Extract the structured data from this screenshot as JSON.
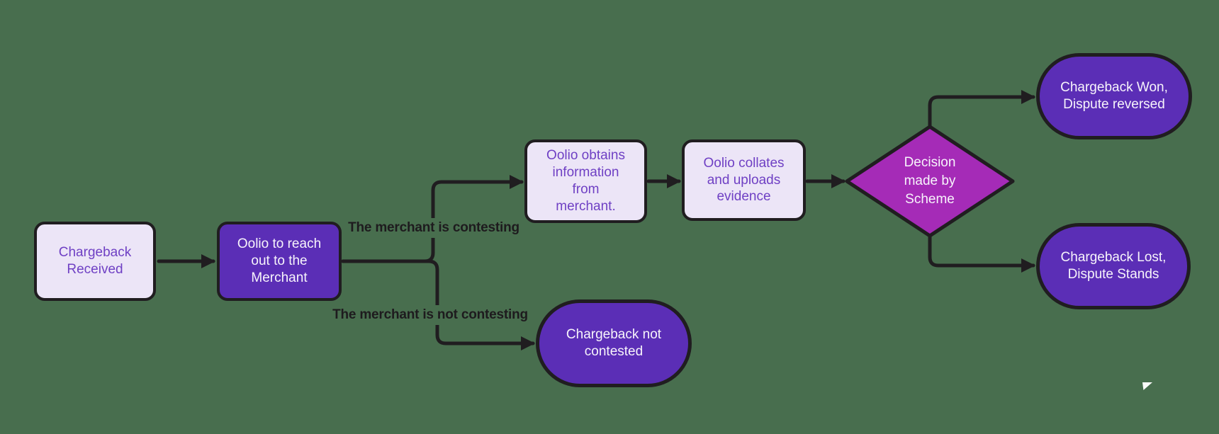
{
  "canvas": {
    "background_color": "#486e4e"
  },
  "colors": {
    "node_light_fill": "#ece5f7",
    "node_light_text": "#6f40c4",
    "node_purple_fill": "#5b2eb6",
    "node_purple_text": "#f7f4fb",
    "decision_fill": "#a52bb7",
    "outline_and_edges": "#201d20",
    "edge_label_text": "#1e1b1e"
  },
  "nodes": [
    {
      "id": "chargeback-received",
      "shape": "rounded-rectangle",
      "style": "light",
      "label": "Chargeback\nReceived"
    },
    {
      "id": "reach-out-merchant",
      "shape": "rounded-rectangle",
      "style": "purple",
      "label": "Oolio to reach\nout to the\nMerchant"
    },
    {
      "id": "obtains-information",
      "shape": "rounded-rectangle",
      "style": "light",
      "label": "Oolio obtains\ninformation\nfrom\nmerchant."
    },
    {
      "id": "collates-evidence",
      "shape": "rounded-rectangle",
      "style": "light",
      "label": "Oolio collates\nand uploads\nevidence"
    },
    {
      "id": "decision-made-by-scheme",
      "shape": "diamond",
      "style": "magenta",
      "label": "Decision\nmade by\nScheme"
    },
    {
      "id": "chargeback-won",
      "shape": "stadium",
      "style": "purple",
      "label": "Chargeback Won,\nDispute reversed"
    },
    {
      "id": "chargeback-lost",
      "shape": "stadium",
      "style": "purple",
      "label": "Chargeback Lost,\nDispute Stands"
    },
    {
      "id": "chargeback-not-contested",
      "shape": "stadium",
      "style": "purple",
      "label": "Chargeback not\ncontested"
    }
  ],
  "edges": [
    {
      "from": "chargeback-received",
      "to": "reach-out-merchant",
      "label": ""
    },
    {
      "from": "reach-out-merchant",
      "to": "obtains-information",
      "label": "The merchant is contesting"
    },
    {
      "from": "reach-out-merchant",
      "to": "chargeback-not-contested",
      "label": "The merchant is not contesting"
    },
    {
      "from": "obtains-information",
      "to": "collates-evidence",
      "label": ""
    },
    {
      "from": "collates-evidence",
      "to": "decision-made-by-scheme",
      "label": ""
    },
    {
      "from": "decision-made-by-scheme",
      "to": "chargeback-won",
      "label": ""
    },
    {
      "from": "decision-made-by-scheme",
      "to": "chargeback-lost",
      "label": ""
    }
  ],
  "artifacts": {
    "cursor": "white-triangle-pointer"
  }
}
